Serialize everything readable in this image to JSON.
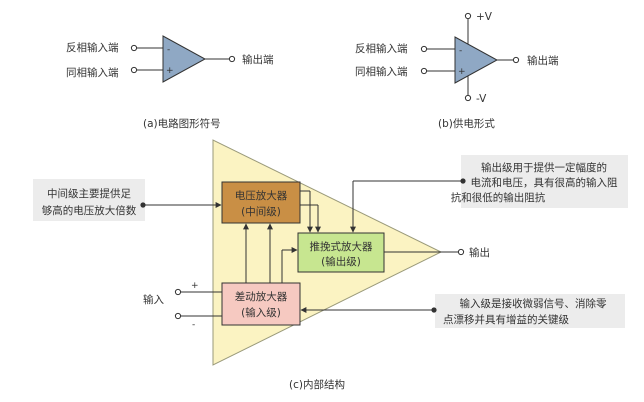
{
  "colors": {
    "opamp_fill": "#8fa8c4",
    "big_triangle": "#fbf3c2",
    "voltage_amp": "#c98f45",
    "push_pull": "#c7e690",
    "diff_amp": "#f6c9c1",
    "callout_bg": "#ececec",
    "wire": "#333333"
  },
  "symbol_a": {
    "inverting_input": "反相输入端",
    "noninverting_input": "同相输入端",
    "output": "输出端",
    "minus": "-",
    "plus": "+",
    "caption": "(a)电路图形符号"
  },
  "symbol_b": {
    "inverting_input": "反相输入端",
    "noninverting_input": "同相输入端",
    "output": "输出端",
    "minus": "-",
    "plus": "+",
    "supply_pos": "+V",
    "supply_neg": "-V",
    "caption": "(b)供电形式"
  },
  "internal": {
    "voltage_amp": {
      "line1": "电压放大器",
      "line2": "(中间级)"
    },
    "push_pull": {
      "line1": "推挽式放大器",
      "line2": "(输出级)"
    },
    "diff_amp": {
      "line1": "差动放大器",
      "line2": "(输入级)"
    },
    "input_label": "输入",
    "input_plus": "+",
    "input_minus": "-",
    "output_label": "输出",
    "callout_middle": {
      "line1": "中间级主要提供足",
      "line2": "够高的电压放大倍数"
    },
    "callout_output": {
      "line1": "输出级用于提供一定幅度的",
      "line2": "电流和电压，具有很高的输入阻",
      "line3": "抗和很低的输出阻抗"
    },
    "callout_input": {
      "line1": "输入级是接收微弱信号、消除零",
      "line2": "点漂移并具有增益的关键级"
    },
    "caption": "(c)内部结构"
  }
}
